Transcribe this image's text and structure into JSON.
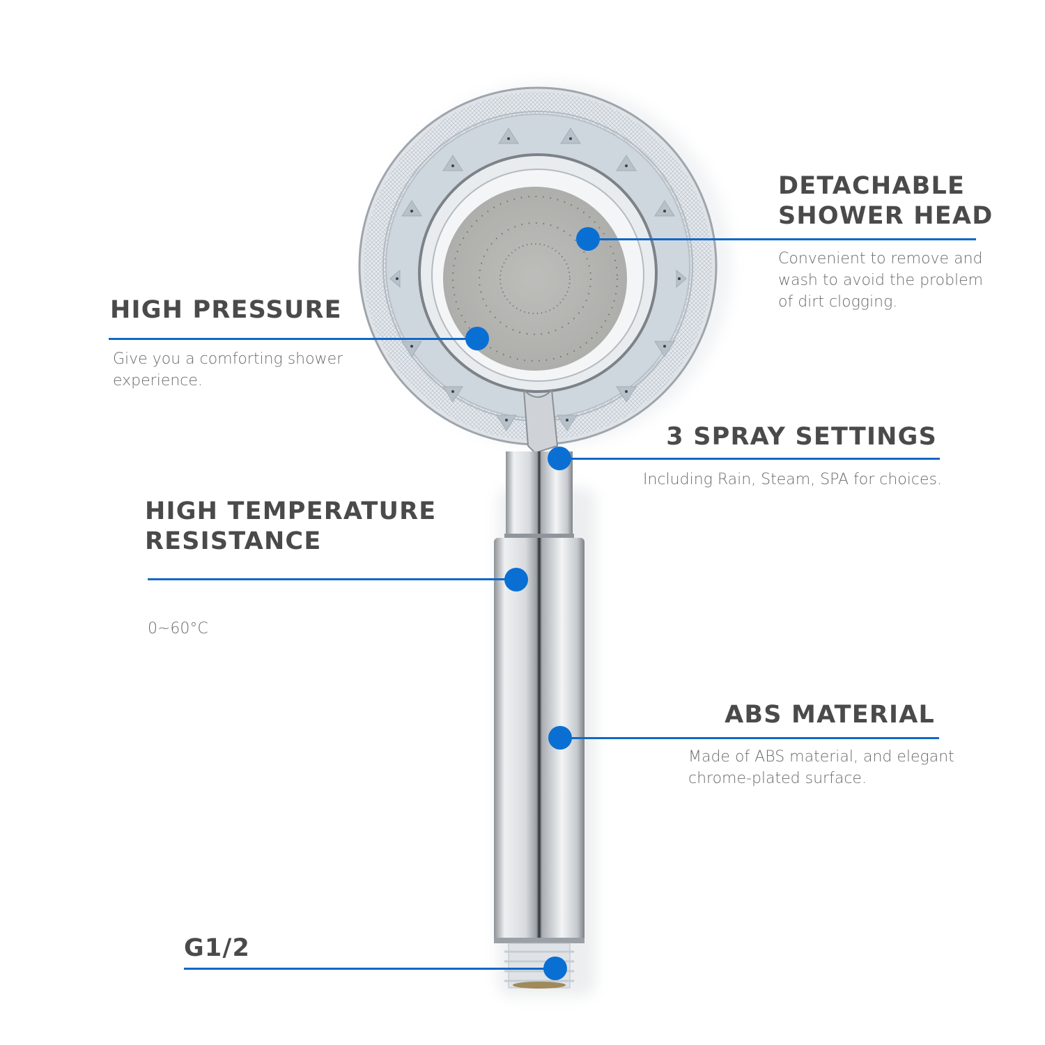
{
  "product": {
    "name": "handheld-shower-head",
    "accent_color": "#1068c8"
  },
  "callouts": [
    {
      "id": "detachable",
      "title_lines": [
        "DETACHABLE",
        "SHOWER HEAD"
      ],
      "description_lines": [
        "Convenient to remove and",
        "wash to avoid the problem",
        "of dirt clogging."
      ]
    },
    {
      "id": "high-pressure",
      "title_lines": [
        "HIGH PRESSURE"
      ],
      "description_lines": [
        "Give you a comforting shower",
        "experience."
      ]
    },
    {
      "id": "spray-settings",
      "title_lines": [
        "3 SPRAY SETTINGS"
      ],
      "description_lines": [
        "Including Rain, Steam, SPA for choices."
      ]
    },
    {
      "id": "high-temperature",
      "title_lines": [
        "HIGH TEMPERATURE",
        "RESISTANCE"
      ],
      "description_lines": [
        "0~60°C"
      ]
    },
    {
      "id": "abs-material",
      "title_lines": [
        "ABS MATERIAL"
      ],
      "description_lines": [
        "Made of ABS material, and elegant",
        "chrome-plated surface."
      ]
    },
    {
      "id": "g12",
      "title_lines": [
        "G1/2"
      ],
      "description_lines": []
    }
  ]
}
